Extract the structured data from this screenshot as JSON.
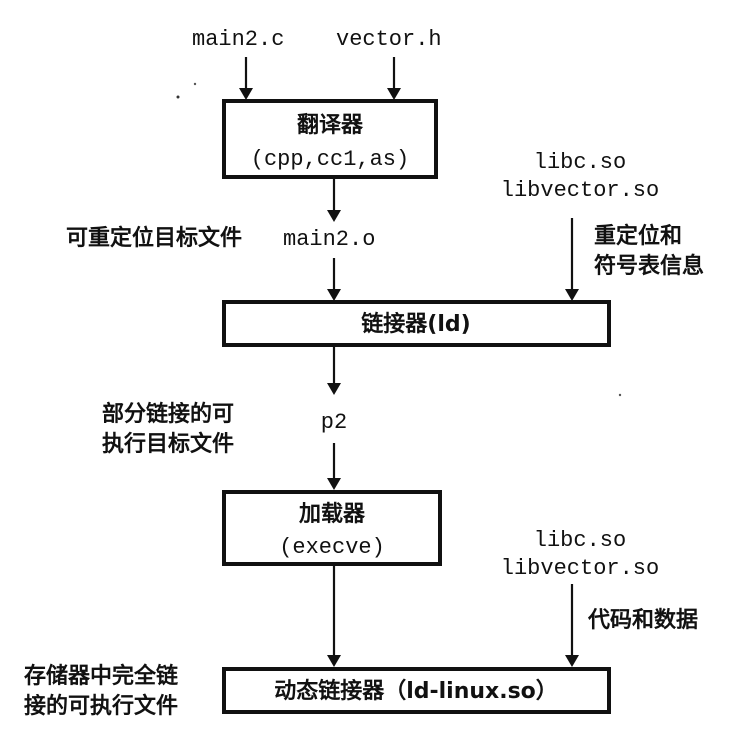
{
  "diagram": {
    "inputs": {
      "source_file": "main2.c",
      "header_file": "vector.h"
    },
    "translator": {
      "title": "翻译器",
      "subtitle": "(cpp,cc1,as)"
    },
    "relocatable_object": {
      "label": "可重定位目标文件",
      "file": "main2.o"
    },
    "shared_libs_top": {
      "lib1": "libc.so",
      "lib2": "libvector.so",
      "info_line1": "重定位和",
      "info_line2": "符号表信息"
    },
    "linker": {
      "title": "链接器(ld)"
    },
    "partial_executable": {
      "label_line1": "部分链接的可",
      "label_line2": "执行目标文件",
      "file": "p2"
    },
    "loader": {
      "title": "加载器",
      "subtitle": "(execve)"
    },
    "shared_libs_bottom": {
      "lib1": "libc.so",
      "lib2": "libvector.so",
      "info": "代码和数据"
    },
    "dynamic_linker": {
      "title": "动态链接器（ld-linux.so）",
      "label_line1": "存储器中完全链",
      "label_line2": "接的可执行文件"
    }
  }
}
